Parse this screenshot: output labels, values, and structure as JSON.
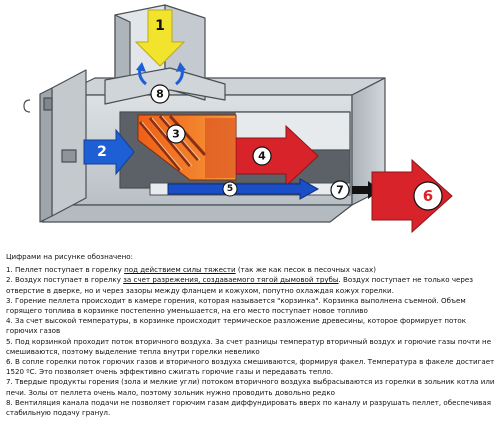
{
  "diagram": {
    "markers": [
      "1",
      "2",
      "3",
      "4",
      "5",
      "6",
      "7",
      "8"
    ],
    "colors": {
      "metal": "#c9cfd3",
      "metal_dark": "#9aa3a9",
      "outline": "#4a4f54",
      "flame": "#ee6a1c",
      "basket": "#b5482a",
      "arrow_pellet": "#f2e42c",
      "arrow_air": "#1f5fd6",
      "arrow_flame": "#d8232a",
      "arrow_gas": "#1a4fc8"
    },
    "icons": {
      "arrow_1": "down-arrow-icon",
      "arrow_2": "right-arrow-icon",
      "arrow_4": "right-arrow-icon",
      "arrow_5": "right-arrow-icon",
      "arrow_6": "right-arrow-icon",
      "arrow_7": "right-arrow-icon",
      "arrow_8": "vent-arrow-icon"
    }
  },
  "legend": {
    "heading": "Цифрами на рисунке обозначено:",
    "items": [
      {
        "before": "1. Пеллет поступает в горелку ",
        "link": "под действием силы тяжести",
        "after": " (так же как песок в песочных часах)"
      },
      {
        "before": "2. Воздух поступает в горелку ",
        "link": "за счет разрежения, создаваемого тягой дымовой трубы",
        "after": ". Воздух поступает не только через отверстие в дверке, но и через зазоры между фланцем и кожухом, попутно охлаждая кожух горелки."
      },
      {
        "text": "3. Горение пеллета происходит в камере горения, которая называется \"корзинка\". Корзинка выполнена съемной. Объем горящего топлива в корзинке постепенно уменьшается, на его место поступает новое топливо"
      },
      {
        "text": "4. За счет высокой температуры, в корзинке происходит термическое разложение древесины, которое формирует поток горючих газов"
      },
      {
        "text": "5. Под корзинкой проходит поток вторичного воздуха. За счет разницы температур вторичный воздух и горючие газы почти не смешиваются, поэтому выделение тепла внутри горелки невелико"
      },
      {
        "text": "6. В сопле горелки поток горючих газов и вторичного воздуха смешиваются, формируя факел. Температура в факеле достигает 1520 ºС. Это позволяет очень эффективно сжигать горючие газы и передавать тепло."
      },
      {
        "text": "7. Твердые продукты горения (зола и мелкие угли) потоком вторичного воздуха выбрасываются из горелки в зольник котла или печи. Золы от пеллета очень мало, поэтому зольник нужно проводить довольно редко"
      },
      {
        "text": "8. Вентиляция канала подачи не позволяет горючим газам диффундировать вверх по каналу и разрушать пеллет, обеспечивая стабильную подачу гранул."
      }
    ]
  }
}
